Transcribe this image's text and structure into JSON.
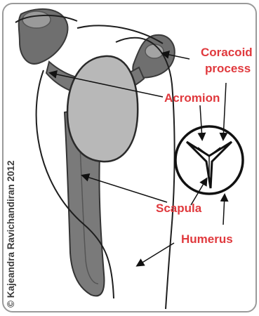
{
  "labels": {
    "coracoid_line1": "Coracoid",
    "coracoid_line2": "process",
    "acromion": "Acromion",
    "scapula": "Scapula",
    "humerus": "Humerus"
  },
  "copyright": "© Kajeandra Ravichandiran 2012",
  "colors": {
    "label": "#e0393d",
    "bone_dark": "#6d6d6d",
    "bone_light": "#b9b9b9",
    "outline": "#222222"
  }
}
